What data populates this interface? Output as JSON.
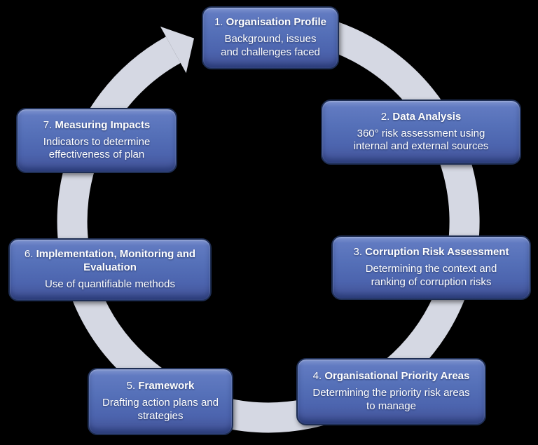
{
  "diagram": {
    "description": "Seven-step corruption risk management cycle",
    "flow_direction": "clockwise",
    "colors": {
      "background": "#000000",
      "ring": "#d5d8e3",
      "box_fill_top": "#7e93cf",
      "box_fill_bottom": "#3b4f94",
      "box_border": "#1e2e54",
      "text": "#ffffff"
    },
    "steps": [
      {
        "number": "1.",
        "title": "Organisation Profile",
        "description": "Background, issues and challenges faced"
      },
      {
        "number": "2.",
        "title": "Data Analysis",
        "description": "360° risk assessment using internal and external sources"
      },
      {
        "number": "3.",
        "title": "Corruption Risk Assessment",
        "description": "Determining the context and ranking of corruption risks"
      },
      {
        "number": "4.",
        "title": "Organisational Priority Areas",
        "description": "Determining the priority risk areas to manage"
      },
      {
        "number": "5.",
        "title": "Framework",
        "description": "Drafting action plans and strategies"
      },
      {
        "number": "6.",
        "title": "Implementation, Monitoring and Evaluation",
        "description": "Use of quantifiable methods"
      },
      {
        "number": "7.",
        "title": "Measuring Impacts",
        "description": "Indicators to determine effectiveness of plan"
      }
    ]
  }
}
